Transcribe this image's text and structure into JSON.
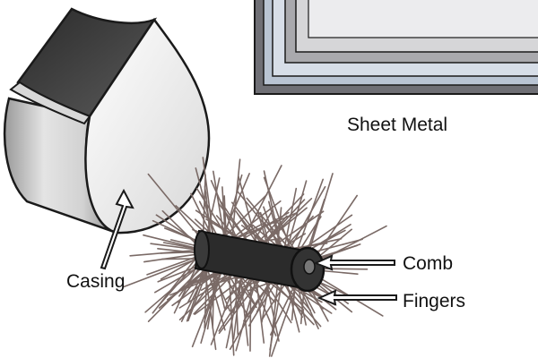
{
  "labels": {
    "sheet_metal": "Sheet Metal",
    "casing": "Casing",
    "comb": "Comb",
    "fingers": "Fingers"
  },
  "colors": {
    "outline": "#1a1a1a",
    "frame_dark": "#6f6f75",
    "frame_light": "#c9d3e0",
    "casing_face": "#eeeeee",
    "casing_dark": "#3a3a3a",
    "roller": "#2b2b2b",
    "bristle": "#7a6a66"
  }
}
